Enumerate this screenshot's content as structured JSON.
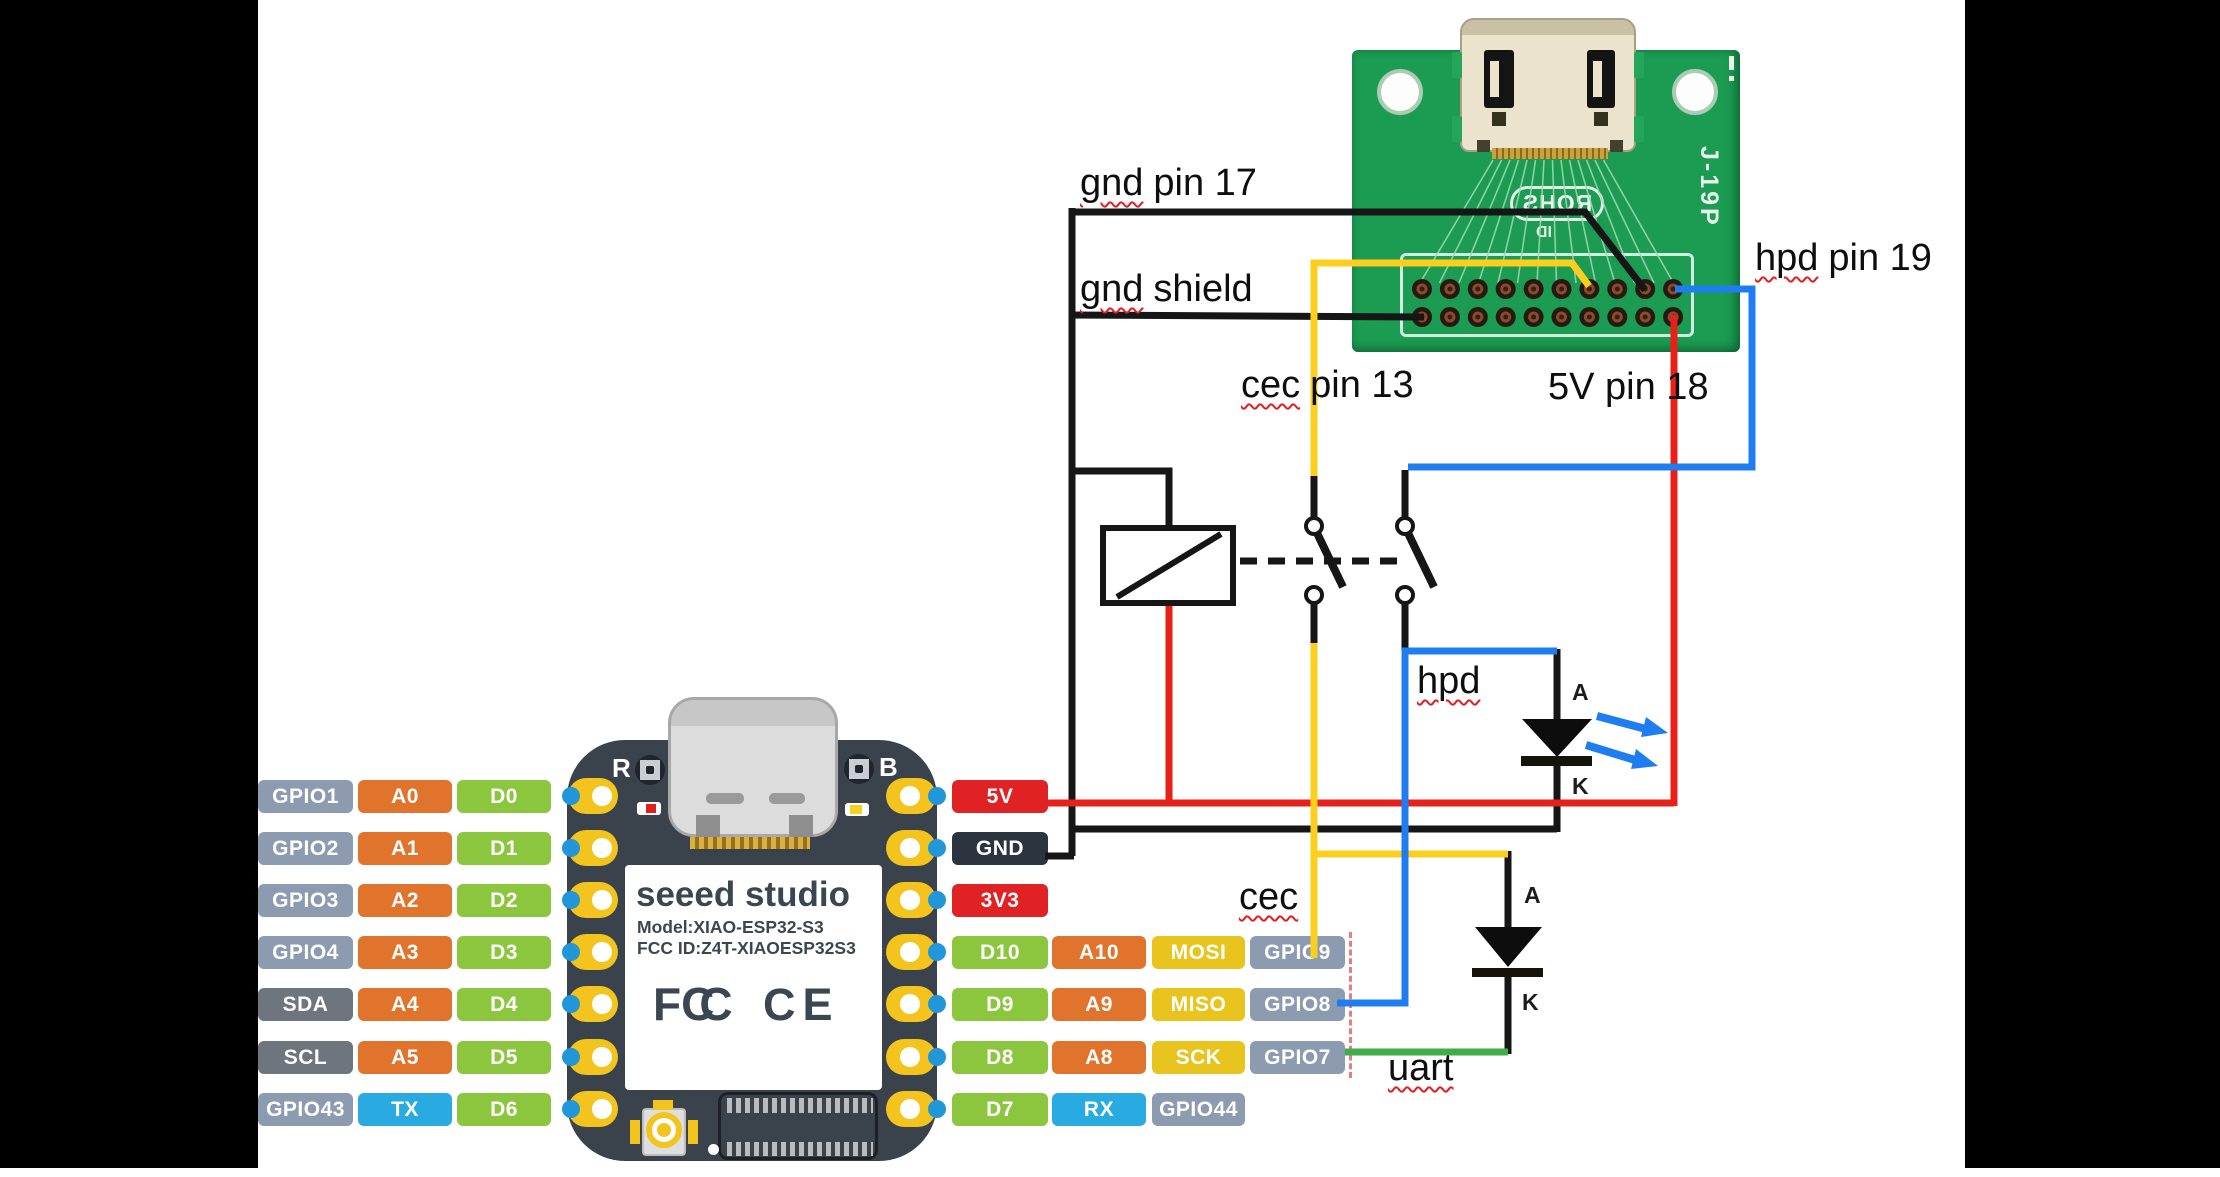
{
  "annotations": {
    "gnd_pin_17": {
      "w1": "gnd",
      "rest": "pin 17"
    },
    "gnd_shield": {
      "w1": "gnd",
      "rest": "shield"
    },
    "cec_pin_13": {
      "w1": "cec",
      "rest": "pin 13"
    },
    "v5_pin_18": {
      "text": "5V pin 18"
    },
    "hpd_pin_19": {
      "w1": "hpd",
      "rest": "pin 19"
    },
    "hpd": {
      "w1": "hpd"
    },
    "cec": {
      "w1": "cec"
    },
    "uart": {
      "w1": "uart"
    }
  },
  "diodes": {
    "hpd_led": {
      "anode": "A",
      "cathode": "K"
    },
    "cec_diode": {
      "anode": "A",
      "cathode": "K"
    }
  },
  "hdmi": {
    "board_id": "J-19P",
    "rohs": "ROHS",
    "id_mark": "ID"
  },
  "xiao": {
    "reset_label": "R",
    "boot_label": "B",
    "logo": "seeed studio",
    "model_line": "Model:XIAO-ESP32-S3",
    "fcc_line": "FCC ID:Z4T-XIAOESP32S3",
    "fcc_mark_f": "FC",
    "fcc_mark_c": "C",
    "ce_mark": "CE"
  },
  "pinout_left": {
    "rows": [
      {
        "cells": [
          {
            "label": "GPIO1",
            "color": "slate"
          },
          {
            "label": "A0",
            "color": "orange"
          },
          {
            "label": "D0",
            "color": "green"
          }
        ]
      },
      {
        "cells": [
          {
            "label": "GPIO2",
            "color": "slate"
          },
          {
            "label": "A1",
            "color": "orange"
          },
          {
            "label": "D1",
            "color": "green"
          }
        ]
      },
      {
        "cells": [
          {
            "label": "GPIO3",
            "color": "slate"
          },
          {
            "label": "A2",
            "color": "orange"
          },
          {
            "label": "D2",
            "color": "green"
          }
        ]
      },
      {
        "cells": [
          {
            "label": "GPIO4",
            "color": "slate"
          },
          {
            "label": "A3",
            "color": "orange"
          },
          {
            "label": "D3",
            "color": "green"
          }
        ]
      },
      {
        "cells": [
          {
            "label": "SDA",
            "color": "gray"
          },
          {
            "label": "A4",
            "color": "orange"
          },
          {
            "label": "D4",
            "color": "green"
          }
        ]
      },
      {
        "cells": [
          {
            "label": "SCL",
            "color": "gray"
          },
          {
            "label": "A5",
            "color": "orange"
          },
          {
            "label": "D5",
            "color": "green"
          }
        ]
      },
      {
        "cells": [
          {
            "label": "GPIO43",
            "color": "slate"
          },
          {
            "label": "TX",
            "color": "blue"
          },
          {
            "label": "D6",
            "color": "green"
          }
        ]
      }
    ]
  },
  "pinout_right": {
    "rows": [
      {
        "cells": [
          {
            "label": "5V",
            "color": "red"
          }
        ]
      },
      {
        "cells": [
          {
            "label": "GND",
            "color": "dark"
          }
        ]
      },
      {
        "cells": [
          {
            "label": "3V3",
            "color": "red"
          }
        ]
      },
      {
        "cells": [
          {
            "label": "D10",
            "color": "green"
          },
          {
            "label": "A10",
            "color": "orange"
          },
          {
            "label": "MOSI",
            "color": "yellow"
          },
          {
            "label": "GPIO9",
            "color": "slate"
          }
        ]
      },
      {
        "cells": [
          {
            "label": "D9",
            "color": "green"
          },
          {
            "label": "A9",
            "color": "orange"
          },
          {
            "label": "MISO",
            "color": "yellow"
          },
          {
            "label": "GPIO8",
            "color": "slate"
          }
        ]
      },
      {
        "cells": [
          {
            "label": "D8",
            "color": "green"
          },
          {
            "label": "A8",
            "color": "orange"
          },
          {
            "label": "SCK",
            "color": "yellow"
          },
          {
            "label": "GPIO7",
            "color": "slate"
          }
        ]
      },
      {
        "cells": [
          {
            "label": "D7",
            "color": "green"
          },
          {
            "label": "RX",
            "color": "blue"
          },
          {
            "label": "GPIO44",
            "color": "slate"
          }
        ]
      }
    ]
  },
  "colors": {
    "wire_black": "#161616",
    "wire_red": "#e7201a",
    "wire_yellow": "#fccf1e",
    "wire_blue": "#1f7df2",
    "wire_green": "#3fae4a",
    "pcb_green": "#1c9b52",
    "pad_gold": "#f2c41d",
    "pad_dot_blue": "#2196d8",
    "xiao_body": "#3a434c",
    "pin_slate": "#8d9bb0",
    "pin_gray": "#6e757c",
    "pin_orange": "#e0742c",
    "pin_green": "#8cc63f",
    "pin_blue": "#29abe2",
    "pin_yellow": "#e9c41f",
    "pin_red": "#e02225",
    "pin_dark": "#2b353f",
    "squiggle_red": "#e02020"
  }
}
